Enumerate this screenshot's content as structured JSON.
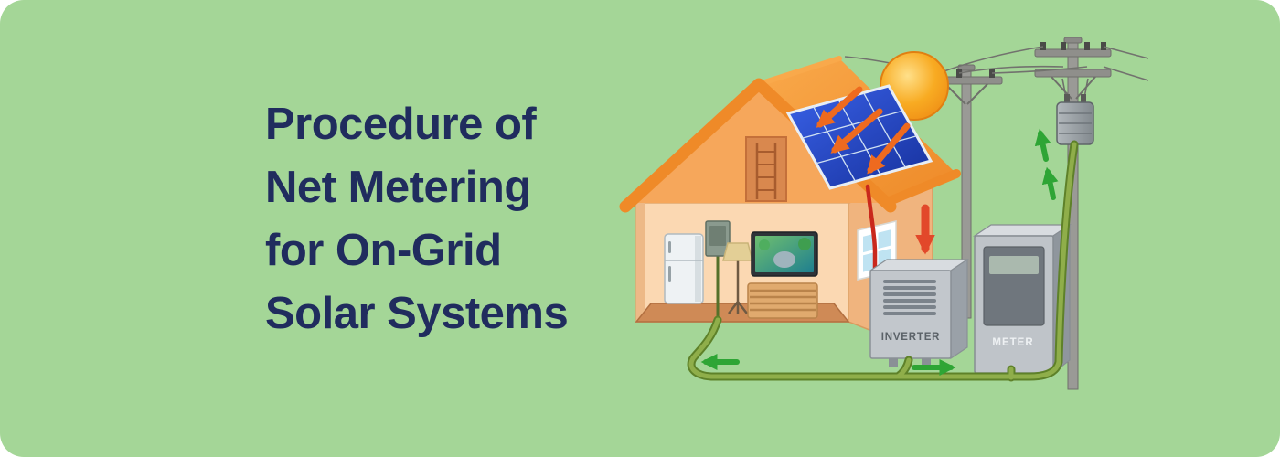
{
  "title": {
    "lines": [
      "Procedure of",
      "Net Metering",
      "for On-Grid",
      "Solar Systems"
    ],
    "color": "#202c5e"
  },
  "diagram": {
    "inverter_label": "INVERTER",
    "meter_label": "METER",
    "elements": [
      "sun",
      "solar-panel",
      "house",
      "inverter",
      "meter",
      "utility-poles",
      "transformer",
      "green-ac-cables",
      "red-dc-cable",
      "sunlight-arrows",
      "energy-flow-arrows"
    ],
    "colors": {
      "background": "#a4d697",
      "title_navy": "#202c5e",
      "roof_orange": "#ef8a28",
      "wall_peach": "#f6c697",
      "panel_blue": "#1d3fba",
      "sun_orange": "#f6a81f",
      "cable_green": "#85ab45",
      "arrow_green": "#2ea535",
      "cable_red": "#c9281c",
      "arrow_orange": "#ee6a1f",
      "equipment_gray": "#bfc4c9"
    }
  }
}
